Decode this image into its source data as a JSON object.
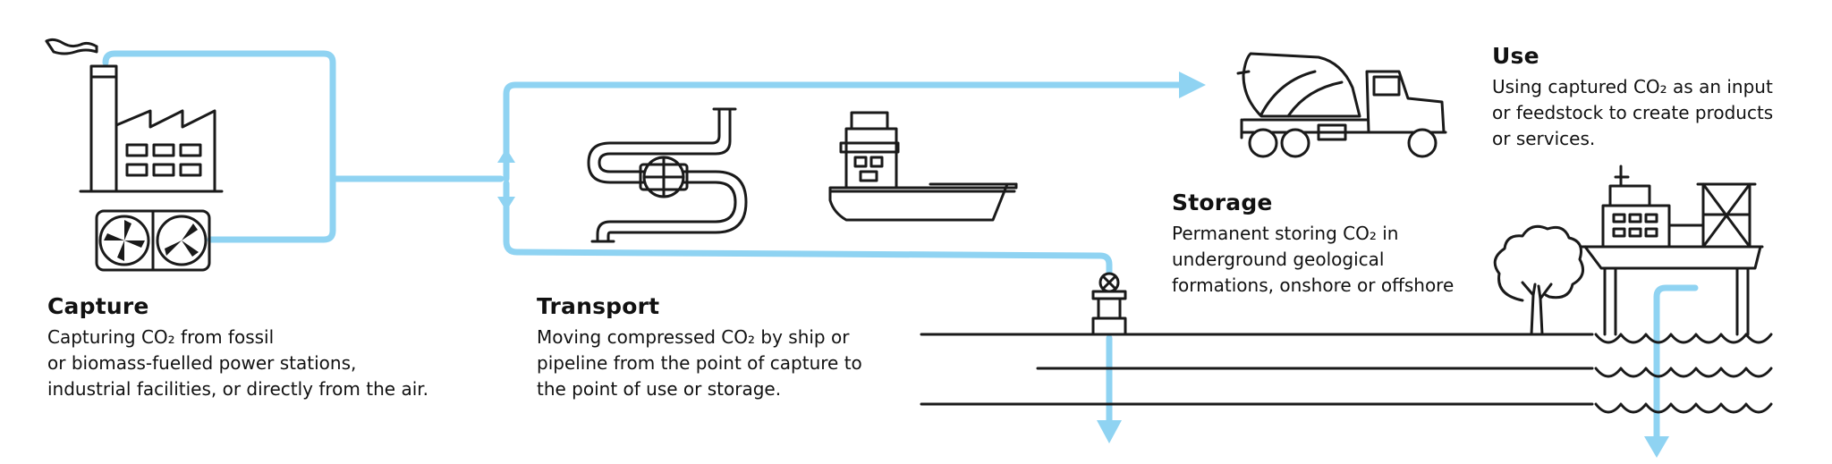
{
  "capture": {
    "title": "Capture",
    "lines": [
      "Capturing CO₂ from fossil",
      "or biomass-fuelled power stations,",
      "industrial facilities, or directly from the air."
    ]
  },
  "transport": {
    "title": "Transport",
    "lines": [
      "Moving compressed CO₂ by ship or",
      "pipeline from the point of capture to",
      "the point of use or storage."
    ]
  },
  "use": {
    "title": "Use",
    "lines": [
      "Using captured CO₂ as an input",
      "or feedstock to create products",
      "or services."
    ]
  },
  "storage": {
    "title": "Storage",
    "lines": [
      "Permanent storing CO₂ in",
      "underground geological",
      "formations, onshore or offshore"
    ]
  },
  "colors": {
    "flow": "#8fd3f2",
    "ink": "#1a1a1a"
  },
  "icons": [
    "factory-icon",
    "air-capture-fans-icon",
    "pipeline-icon",
    "ship-icon",
    "cement-truck-icon",
    "injection-wellhead-icon",
    "tree-icon",
    "offshore-platform-icon",
    "waves-icon"
  ]
}
